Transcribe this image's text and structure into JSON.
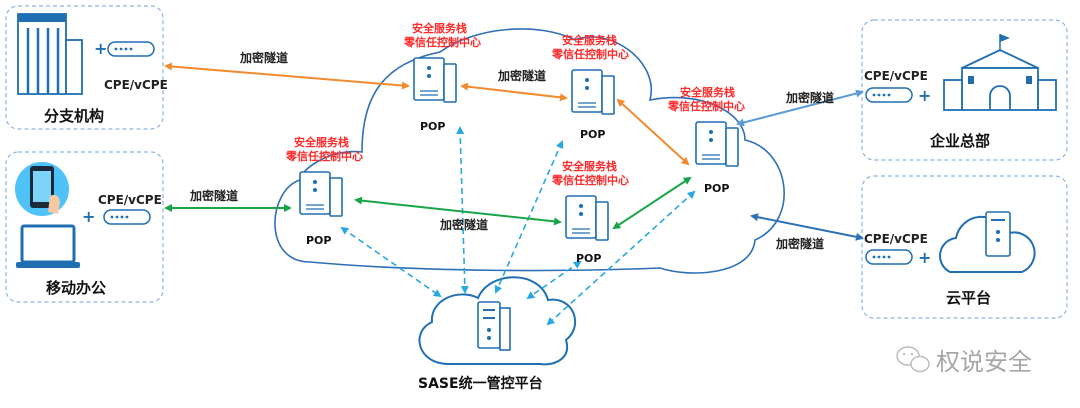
{
  "colors": {
    "orange": "#F28A2E",
    "green": "#1AA548",
    "blue_dark": "#2E6FB7",
    "blue_light": "#5B9BD5",
    "cyan_dash": "#27A8E0",
    "red_text": "#FF2A2A",
    "box_border": "#8DB4E2",
    "icon_blue": "#1F6FB2"
  },
  "sites": {
    "branch": {
      "label": "分支机构",
      "cpe": "CPE/vCPE"
    },
    "mobile": {
      "label": "移动办公",
      "cpe": "CPE/vCPE"
    },
    "hq": {
      "label": "企业总部",
      "cpe": "CPE/vCPE"
    },
    "cloud": {
      "label": "云平台",
      "cpe": "CPE/vCPE"
    }
  },
  "pops": [
    {
      "id": "pop1",
      "label": "POP",
      "stack_line1": "安全服务栈",
      "stack_line2": "零信任控制中心"
    },
    {
      "id": "pop2",
      "label": "POP",
      "stack_line1": "安全服务栈",
      "stack_line2": "零信任控制中心"
    },
    {
      "id": "pop3",
      "label": "POP",
      "stack_line1": "安全服务栈",
      "stack_line2": "零信任控制中心"
    },
    {
      "id": "pop4",
      "label": "POP",
      "stack_line1": "安全服务栈",
      "stack_line2": "零信任控制中心"
    },
    {
      "id": "pop5",
      "label": "POP",
      "stack_line1": "安全服务栈",
      "stack_line2": "零信任控制中心"
    }
  ],
  "tunnel_label": "加密隧道",
  "plus": "+",
  "controller": {
    "label": "SASE统一管控平台"
  },
  "watermark": {
    "text": "权说安全"
  }
}
